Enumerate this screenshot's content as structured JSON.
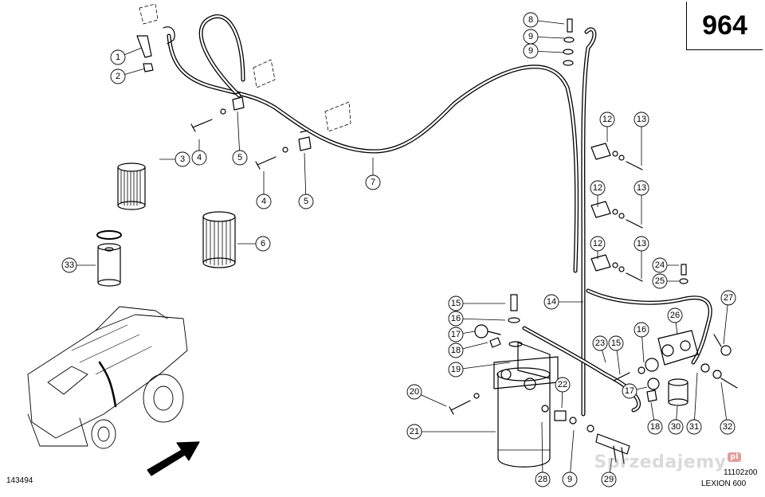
{
  "diagram": {
    "page_number": "964",
    "drawing_number": "143494",
    "reference_code": "11102z00",
    "model": "LEXION 600",
    "watermark": "Sprzedajemy",
    "watermark_suffix": "pl",
    "callouts": [
      "1",
      "2",
      "3",
      "4",
      "5",
      "4",
      "5",
      "6",
      "7",
      "33",
      "8",
      "9",
      "9",
      "12",
      "13",
      "12",
      "13",
      "12",
      "13",
      "24",
      "25",
      "14",
      "15",
      "16",
      "17",
      "18",
      "19",
      "26",
      "27",
      "23",
      "15",
      "16",
      "17",
      "18",
      "30",
      "31",
      "32",
      "20",
      "21",
      "22",
      "28",
      "9",
      "29"
    ]
  }
}
